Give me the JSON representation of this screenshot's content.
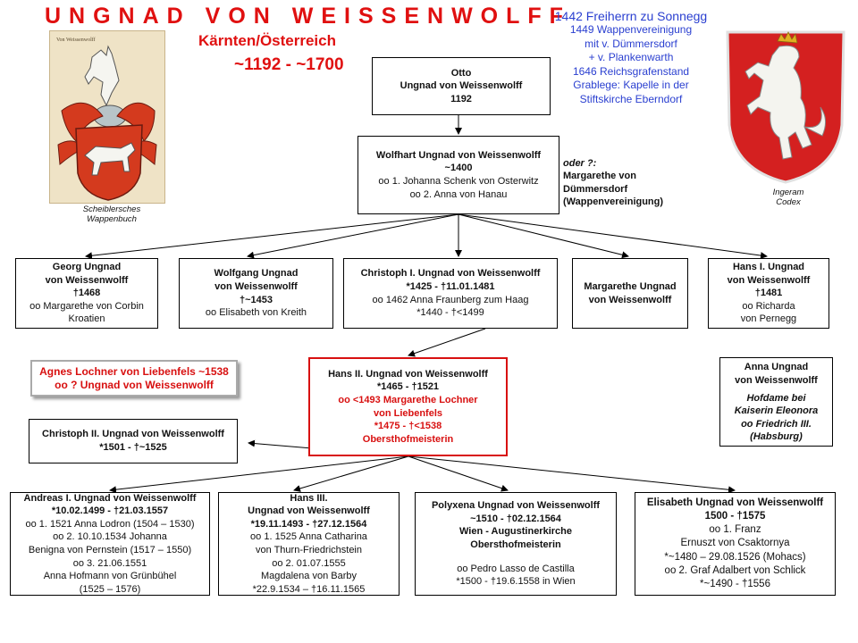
{
  "header": {
    "title": "UNGNAD VON WEISSENWOLFF",
    "region": "Kärnten/Österreich",
    "period": "~1192 - ~1700"
  },
  "history": [
    "1442 Freiherrn zu Sonnegg",
    "1449 Wappenvereinigung",
    "mit v. Dümmersdorf",
    "+ v. Plankenwarth",
    "1646 Reichsgrafenstand",
    "Grablege: Kapelle in der",
    "Stiftskirche Eberndorf"
  ],
  "captions": {
    "left": [
      "Scheiblersches",
      "Wappenbuch"
    ],
    "right": [
      "Ingeram",
      "Codex"
    ]
  },
  "note_oder": [
    "oder ?:",
    "Margarethe von",
    "Dümmersdorf",
    "(Wappenvereinigung)"
  ],
  "nodes": {
    "otto": [
      "Otto",
      "Ungnad von Weissenwolff",
      "1192"
    ],
    "wolfhart": {
      "bold": [
        "Wolfhart Ungnad von Weissenwolff",
        "~1400"
      ],
      "plain": [
        "oo 1. Johanna Schenk von Osterwitz",
        "oo 2. Anna von Hanau"
      ]
    },
    "georg": {
      "bold": [
        "Georg Ungnad",
        "von Weissenwolff",
        "†1468"
      ],
      "plain": [
        "oo Margarethe von Corbin",
        "Kroatien"
      ]
    },
    "wolfgang": {
      "bold": [
        "Wolfgang Ungnad",
        "von Weissenwolff",
        "†~1453"
      ],
      "plain": [
        "oo Elisabeth von Kreith"
      ]
    },
    "christoph1": {
      "bold": [
        "Christoph I. Ungnad von Weissenwolff",
        "*1425 - †11.01.1481"
      ],
      "plain": [
        "oo 1462 Anna Fraunberg zum Haag",
        "*1440 - †<1499"
      ]
    },
    "margarethe": [
      "Margarethe Ungnad",
      "von Weissenwolff"
    ],
    "hans1": {
      "bold": [
        "Hans I. Ungnad",
        "von Weissenwolff",
        "†1481"
      ],
      "plain": [
        "oo Richarda",
        "von Pernegg"
      ]
    },
    "agnes": [
      "Agnes Lochner von Liebenfels ~1538",
      "oo ? Ungnad von Weissenwolff"
    ],
    "hans2": {
      "bold": [
        "Hans II. Ungnad von Weissenwolff",
        "*1465 - †1521"
      ],
      "red": [
        "oo <1493 Margarethe Lochner",
        "von Liebenfels",
        "*1475 - †<1538",
        "Obersthofmeisterin"
      ]
    },
    "anna": {
      "bold": [
        "Anna Ungnad",
        "von Weissenwolff"
      ],
      "italic": [
        "Hofdame bei",
        "Kaiserin Eleonora",
        "oo Friedrich III.",
        "(Habsburg)"
      ]
    },
    "christoph2": [
      "Christoph II. Ungnad von Weissenwolff",
      "*1501 - †~1525"
    ],
    "andreas": {
      "bold": [
        "Andreas I. Ungnad von Weissenwolff",
        "*10.02.1499 - †21.03.1557"
      ],
      "plain": [
        "oo 1. 1521 Anna Lodron (1504 – 1530)",
        "oo 2. 10.10.1534 Johanna",
        "Benigna von Pernstein (1517 – 1550)",
        "oo 3. 21.06.1551",
        "Anna Hofmann von Grünbühel",
        "(1525 – 1576)"
      ]
    },
    "hans3": {
      "bold": [
        "Hans III.",
        "Ungnad von Weissenwolff",
        "*19.11.1493 - †27.12.1564"
      ],
      "plain": [
        "oo 1. 1525 Anna Catharina",
        "von Thurn-Friedrichstein",
        "oo 2. 01.07.1555",
        "Magdalena von Barby",
        "*22.9.1534 – †16.11.1565"
      ]
    },
    "polyxena": {
      "bold": [
        "Polyxena Ungnad von Weissenwolff",
        "~1510 - †02.12.1564",
        "Wien - Augustinerkirche",
        "Obersthofmeisterin"
      ],
      "plain": [
        "",
        "oo Pedro Lasso de Castilla",
        "*1500 - †19.6.1558 in Wien"
      ]
    },
    "elisabeth": {
      "bold": [
        "Elisabeth Ungnad von Weissenwolff",
        "1500 - †1575"
      ],
      "plain": [
        "oo 1. Franz",
        "Ernuszt von Csaktornya",
        "*~1480 – 29.08.1526 (Mohacs)",
        "oo 2. Graf Adalbert von Schlick",
        "*~1490 - †1556"
      ]
    },
    "shield_left_label": "Von Weissenwolff"
  },
  "colors": {
    "title_red": "#e01010",
    "history_blue": "#2a3fd0",
    "highlight_red": "#d81010",
    "shield_red": "#d42020"
  }
}
